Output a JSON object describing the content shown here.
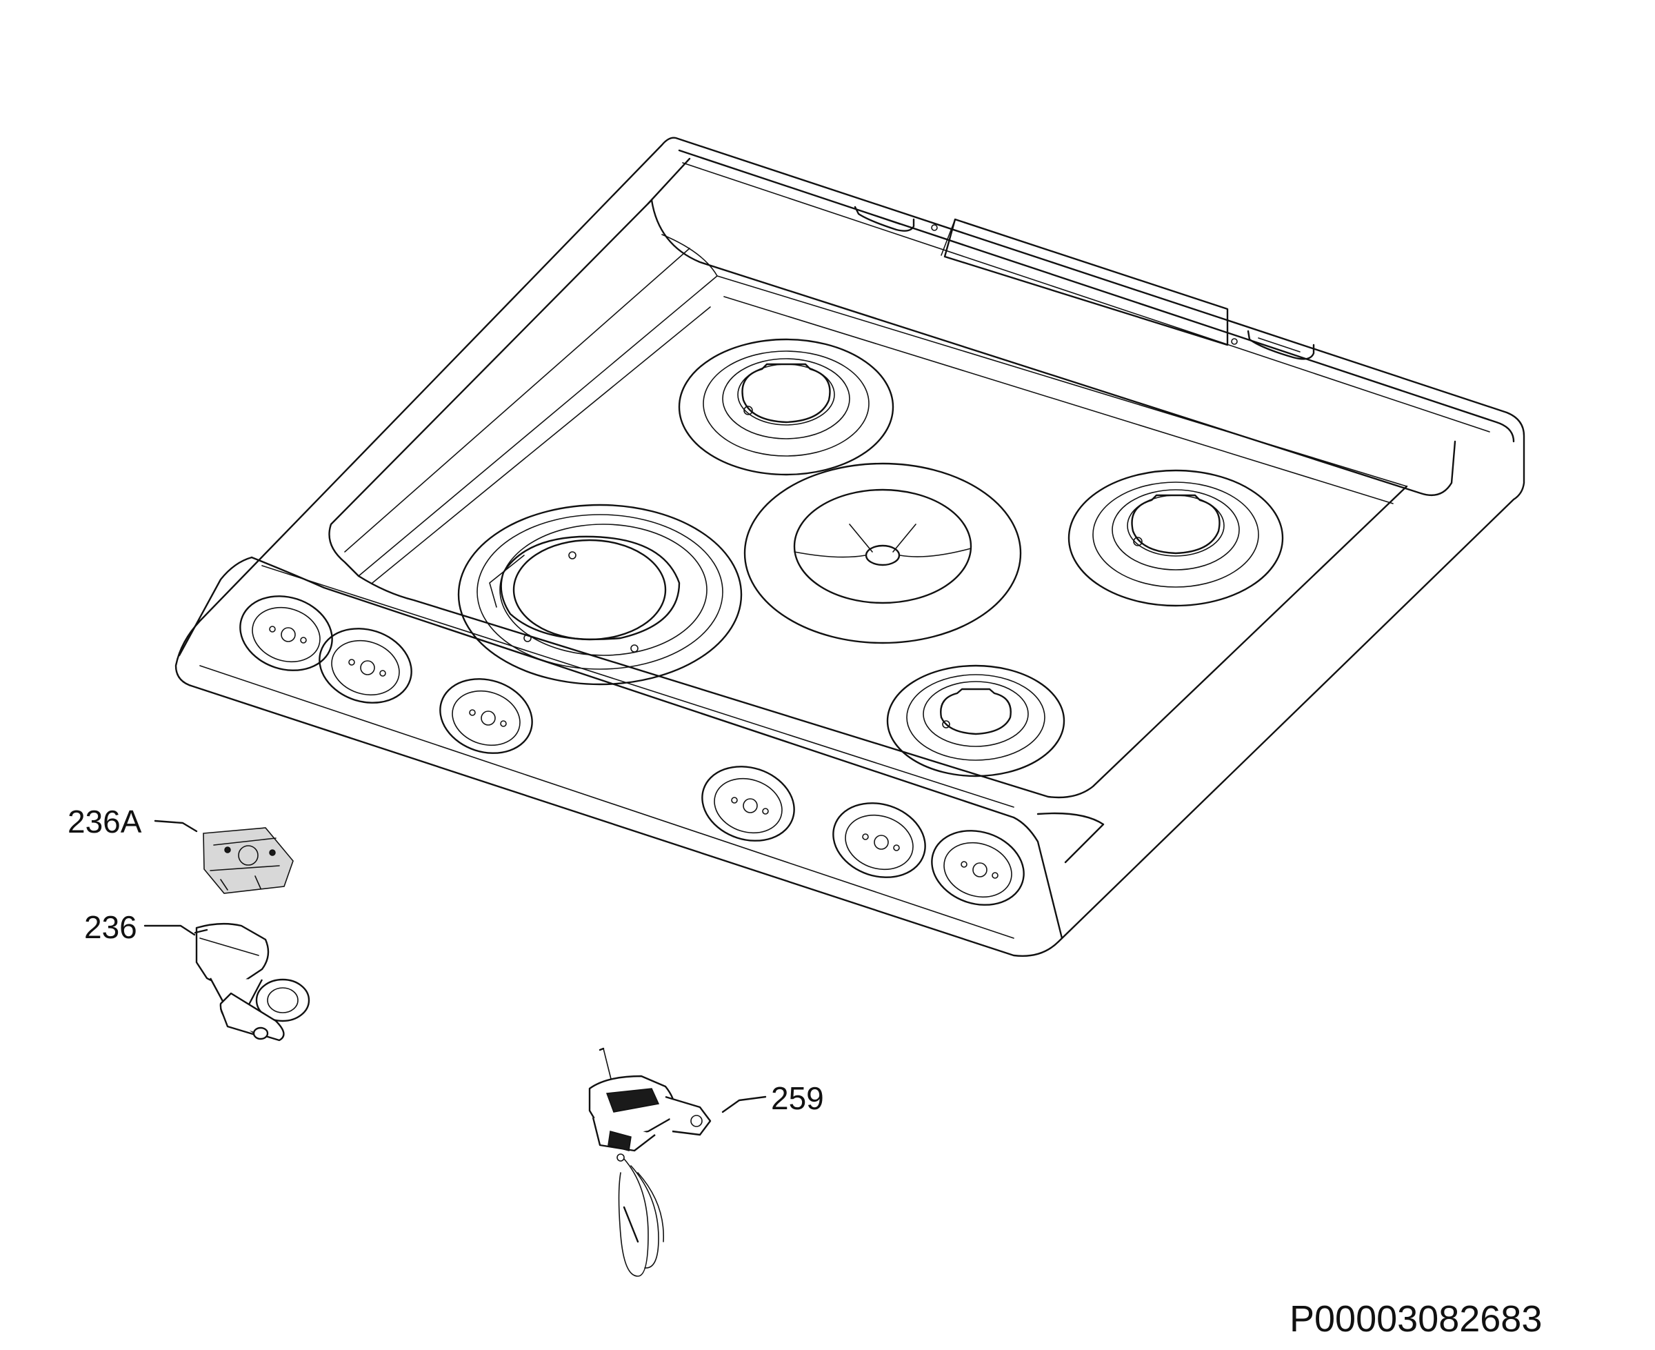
{
  "callouts": [
    {
      "id": "236A",
      "text": "236A"
    },
    {
      "id": "236",
      "text": "236"
    },
    {
      "id": "259",
      "text": "259"
    }
  ],
  "drawing_code": "P00003082683",
  "colors": {
    "line": "#111111",
    "background": "#ffffff"
  }
}
